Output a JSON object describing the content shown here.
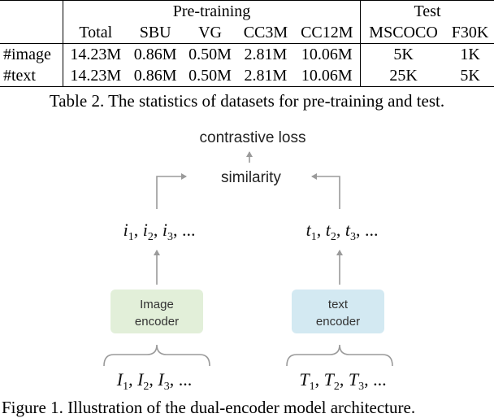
{
  "table": {
    "group_headers": {
      "pretrain": "Pre-training",
      "test": "Test"
    },
    "columns": [
      "Total",
      "SBU",
      "VG",
      "CC3M",
      "CC12M",
      "MSCOCO",
      "F30K"
    ],
    "rows": [
      {
        "label": "#image",
        "values": [
          "14.23M",
          "0.86M",
          "0.50M",
          "2.81M",
          "10.06M",
          "5K",
          "1K"
        ]
      },
      {
        "label": "#text",
        "values": [
          "14.23M",
          "0.86M",
          "0.50M",
          "2.81M",
          "10.06M",
          "25K",
          "5K"
        ]
      }
    ],
    "caption": "Table 2. The statistics of datasets for pre-training and test."
  },
  "figure": {
    "loss_label": "contrastive loss",
    "similarity_label": "similarity",
    "image_embeddings": {
      "a": "i",
      "b": "i",
      "c": "i",
      "sub1": "1",
      "sub2": "2",
      "sub3": "3",
      "sep": ", ",
      "tail": ", ..."
    },
    "text_embeddings": {
      "a": "t",
      "b": "t",
      "c": "t",
      "sub1": "1",
      "sub2": "2",
      "sub3": "3",
      "sep": ", ",
      "tail": ", ..."
    },
    "image_encoder": {
      "line1": "Image",
      "line2": "encoder",
      "color": "#e2efd9"
    },
    "text_encoder": {
      "line1": "text",
      "line2": "encoder",
      "color": "#d3e9f2"
    },
    "image_inputs": {
      "a": "I",
      "b": "I",
      "c": "I",
      "sub1": "1",
      "sub2": "2",
      "sub3": "3",
      "sep": ", ",
      "tail": ", ..."
    },
    "text_inputs": {
      "a": "T",
      "b": "T",
      "c": "T",
      "sub1": "1",
      "sub2": "2",
      "sub3": "3",
      "sep": ", ",
      "tail": ", ..."
    },
    "arrow_color": "#9a9a9a",
    "caption": "Figure 1. Illustration of the dual-encoder model architecture."
  }
}
